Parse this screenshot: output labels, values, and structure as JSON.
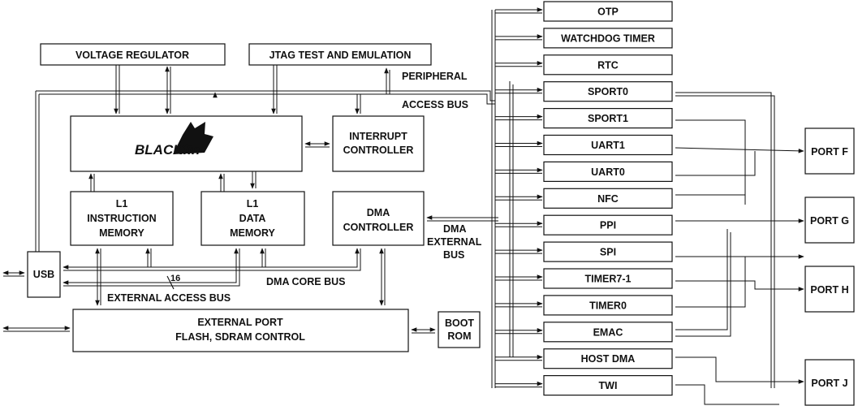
{
  "blocks": {
    "voltage_regulator": "VOLTAGE REGULATOR",
    "jtag": "JTAG TEST AND EMULATION",
    "blackfin_logo": "BLACKfin",
    "interrupt_controller": [
      "INTERRUPT",
      "CONTROLLER"
    ],
    "l1_instruction": [
      "L1",
      "INSTRUCTION",
      "MEMORY"
    ],
    "l1_data": [
      "L1",
      "DATA",
      "MEMORY"
    ],
    "dma_controller": [
      "DMA",
      "CONTROLLER"
    ],
    "usb": "USB",
    "external_port": [
      "EXTERNAL PORT",
      "FLASH, SDRAM CONTROL"
    ],
    "boot_rom": [
      "BOOT",
      "ROM"
    ]
  },
  "labels": {
    "peripheral": "PERIPHERAL",
    "access_bus": "ACCESS BUS",
    "dma_external": [
      "DMA",
      "EXTERNAL",
      "BUS"
    ],
    "dma_core_bus": "DMA CORE BUS",
    "external_access_bus": "EXTERNAL ACCESS BUS",
    "bus_width": "16"
  },
  "peripherals": [
    "OTP",
    "WATCHDOG TIMER",
    "RTC",
    "SPORT0",
    "SPORT1",
    "UART1",
    "UART0",
    "NFC",
    "PPI",
    "SPI",
    "TIMER7-1",
    "TIMER0",
    "EMAC",
    "HOST DMA",
    "TWI"
  ],
  "ports": [
    "PORT F",
    "PORT G",
    "PORT H",
    "PORT J"
  ]
}
